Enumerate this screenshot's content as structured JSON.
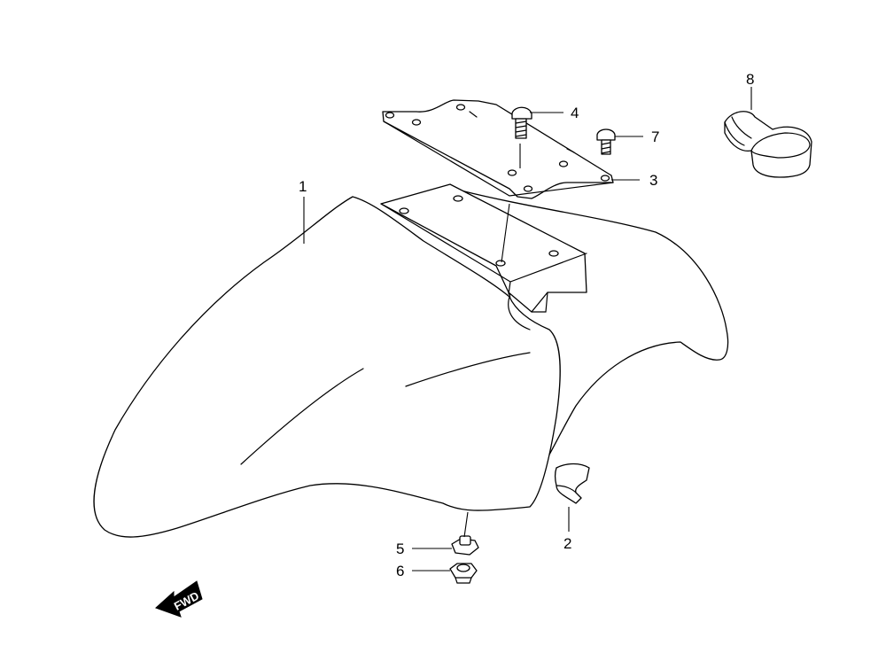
{
  "diagram": {
    "callouts": [
      {
        "id": "1",
        "label": "1"
      },
      {
        "id": "2",
        "label": "2"
      },
      {
        "id": "3",
        "label": "3"
      },
      {
        "id": "4",
        "label": "4"
      },
      {
        "id": "5",
        "label": "5"
      },
      {
        "id": "6",
        "label": "6"
      },
      {
        "id": "7",
        "label": "7"
      },
      {
        "id": "8",
        "label": "8"
      }
    ],
    "direction_indicator": "FWD"
  }
}
